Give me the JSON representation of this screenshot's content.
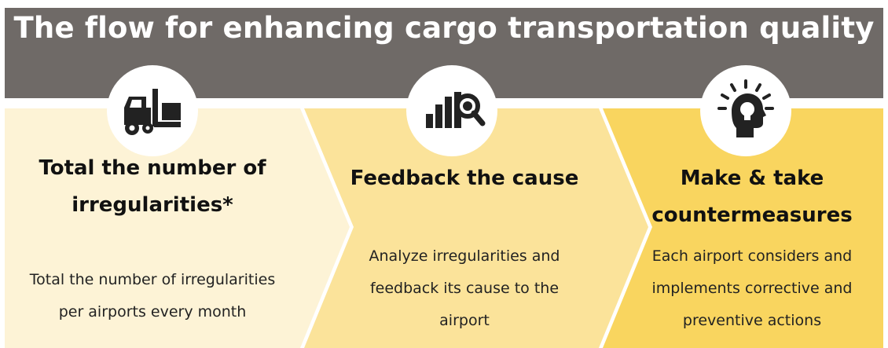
{
  "title": "The flow for enhancing cargo transportation quality",
  "colors": {
    "banner": "#6f6a67",
    "step1_bg": "#fdf3d6",
    "step2_bg": "#fbe39a",
    "step3_bg": "#f9d55f",
    "icon_ink": "#222222"
  },
  "steps": [
    {
      "icon": "forklift-icon",
      "heading_lines": [
        "Total the number of",
        "irregularities*"
      ],
      "body_lines": [
        "Total the number of irregularities",
        "per airports every month"
      ]
    },
    {
      "icon": "bar-chart-magnifier-icon",
      "heading_lines": [
        "Feedback the cause"
      ],
      "body_lines": [
        "Analyze irregularities and",
        "feedback its cause to the",
        "airport"
      ]
    },
    {
      "icon": "lightbulb-head-icon",
      "heading_lines": [
        "Make & take",
        "countermeasures"
      ],
      "body_lines": [
        "Each airport considers and",
        "implements corrective and",
        "preventive actions"
      ]
    }
  ]
}
